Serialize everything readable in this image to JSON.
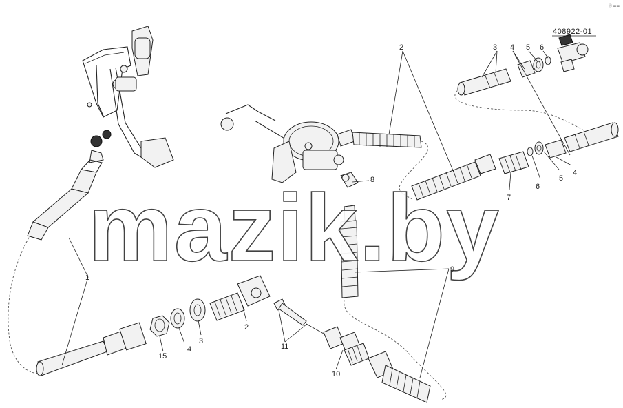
{
  "document_code": "408922-01",
  "watermark": "mazik.by",
  "corner_mark": "ⓟ ▬▬",
  "callouts": {
    "hose_1": "1",
    "hose_2_top": "2",
    "fitting_2_bottom": "2",
    "tube_3_top": "3",
    "washer_3_bottom": "3",
    "nut_4_top": "4",
    "nut_4_right": "4",
    "washer_4_bottom": "4",
    "ring_5_top": "5",
    "ring_5_right": "5",
    "ring_6_top": "6",
    "ring_6_right": "6",
    "adapter_7": "7",
    "elbow_8": "8",
    "hose_9": "9",
    "connector_10": "10",
    "pipe_11": "11",
    "nut_15": "15"
  }
}
